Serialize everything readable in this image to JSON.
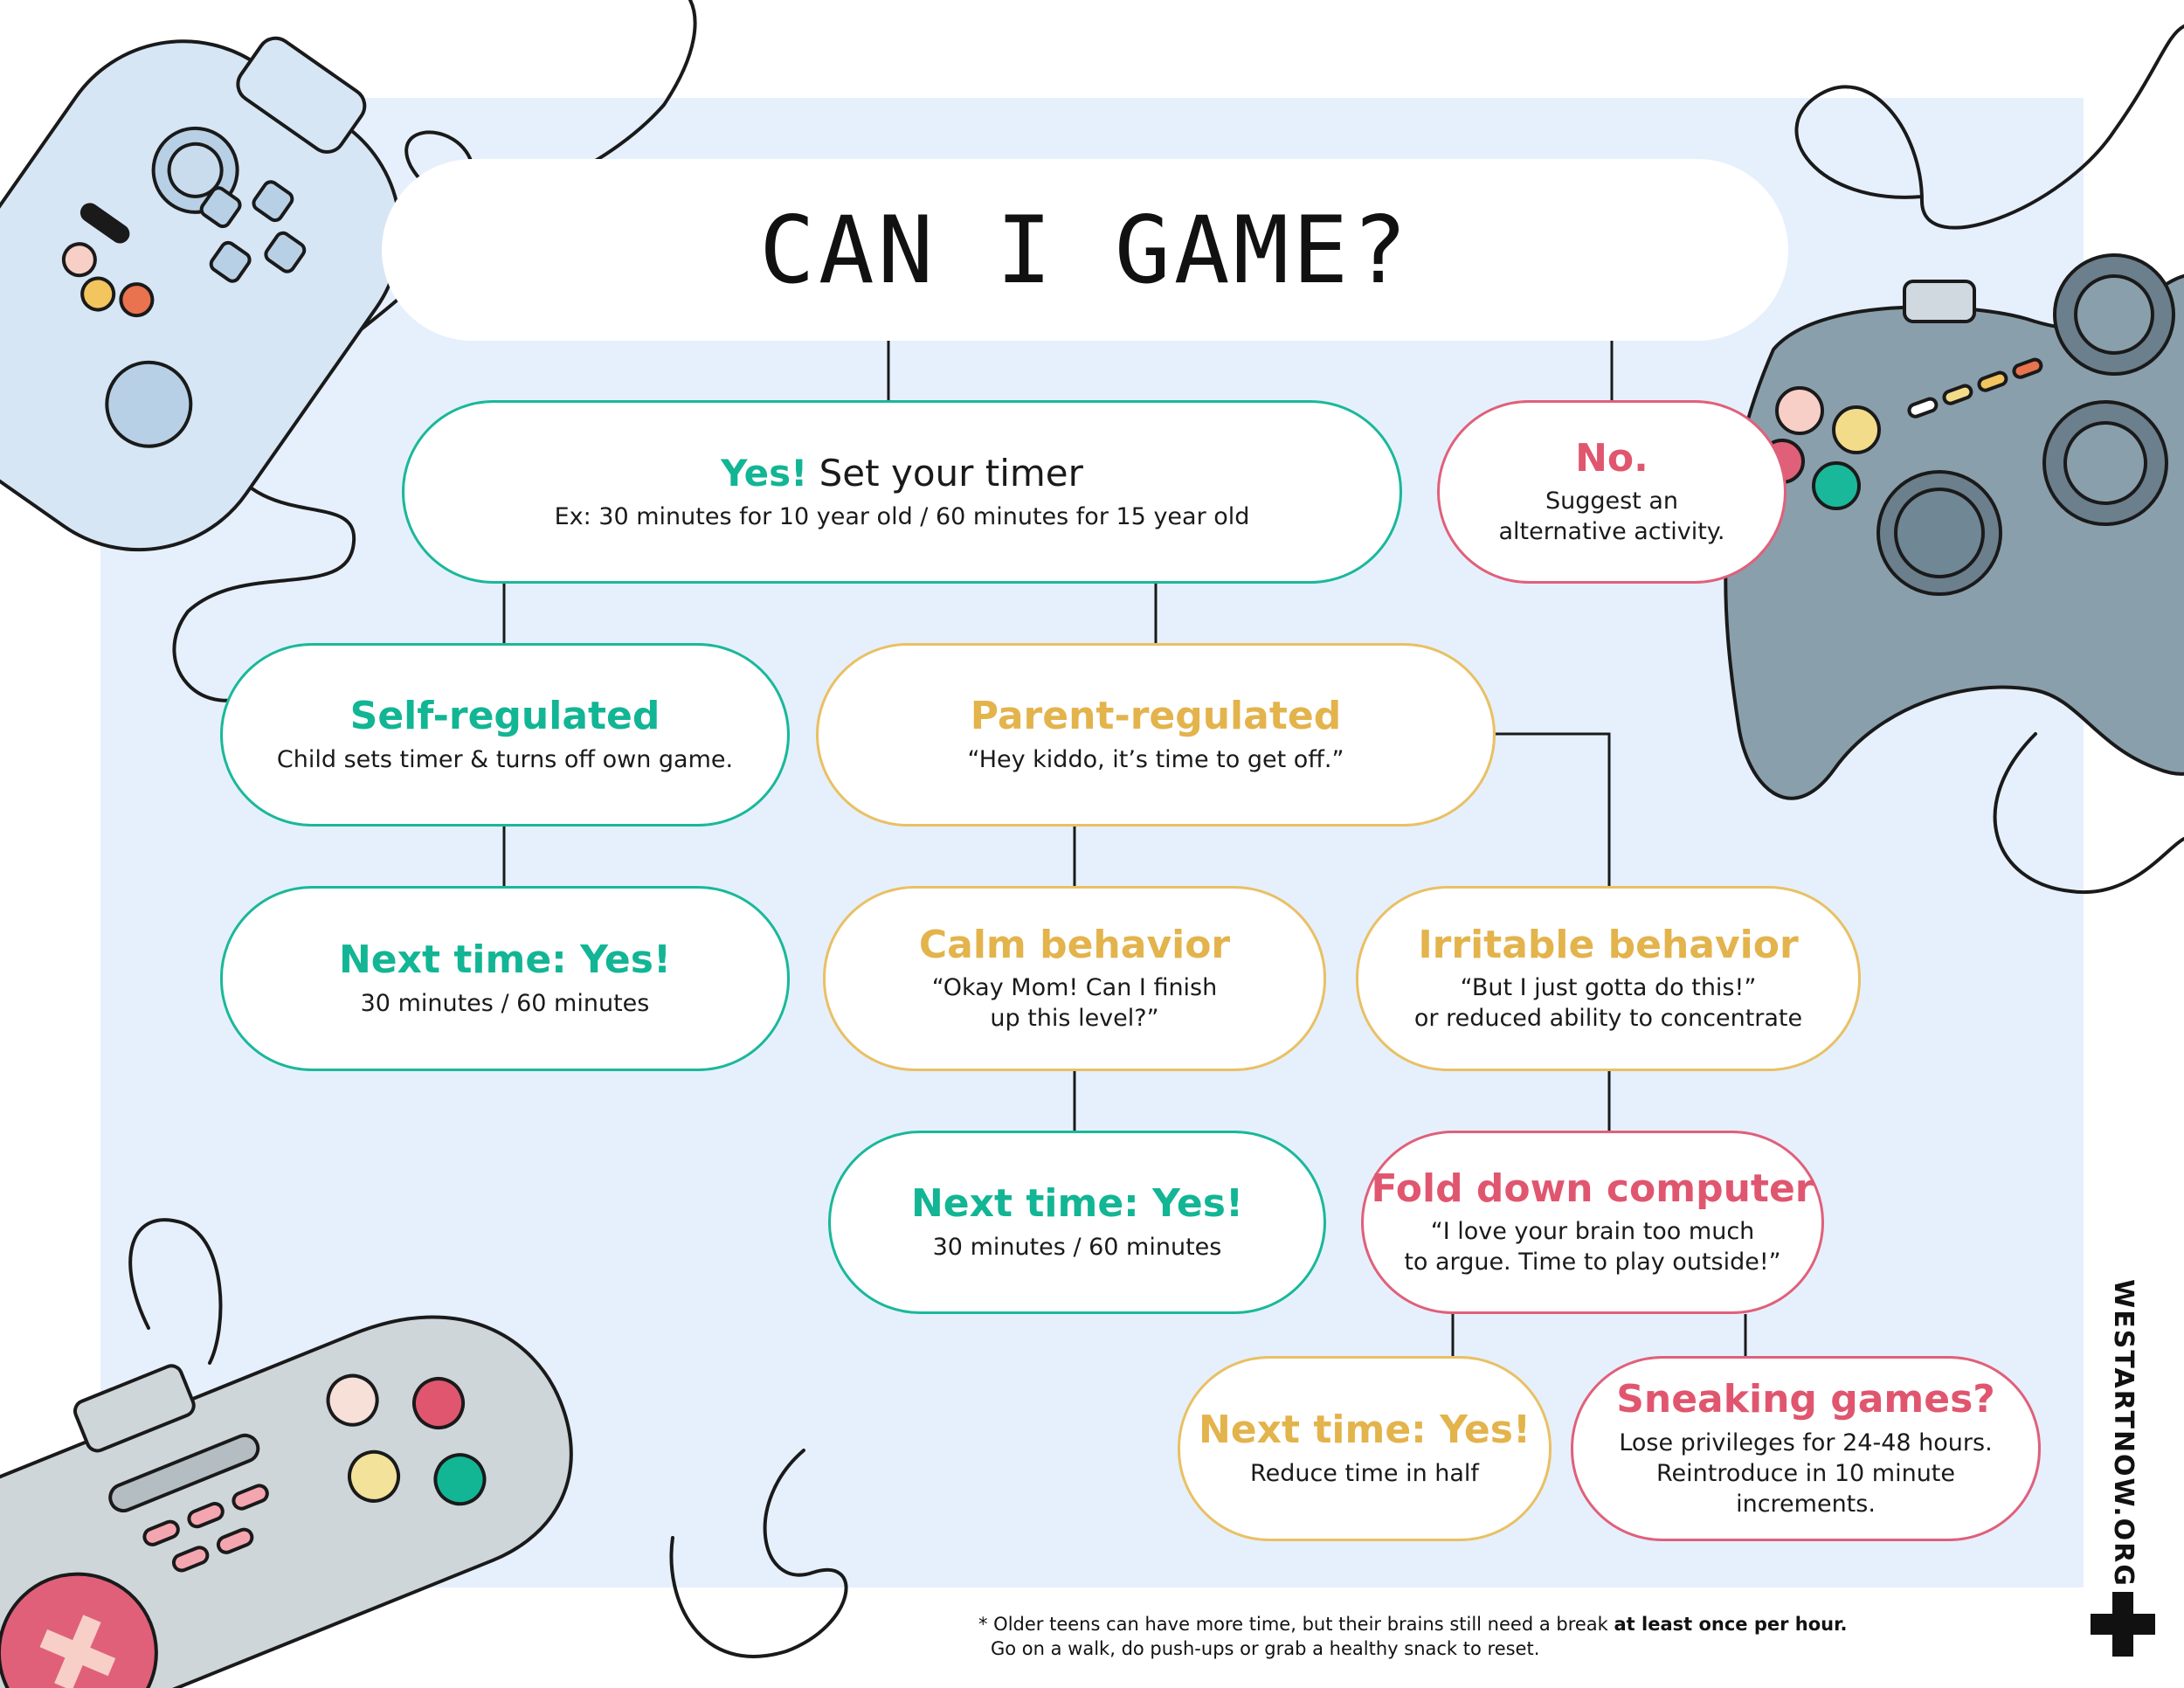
{
  "title": "CAN I GAME?",
  "nodes": {
    "yes": {
      "label": "Yes!",
      "text": "Set your timer",
      "sub": "Ex: 30 minutes for 10 year old / 60 minutes for 15 year old"
    },
    "no": {
      "label": "No.",
      "sub1": "Suggest an",
      "sub2": "alternative activity."
    },
    "self_regulated": {
      "label": "Self-regulated",
      "sub": "Child sets timer & turns off own game."
    },
    "parent_regulated": {
      "label": "Parent-regulated",
      "sub": "“Hey kiddo, it’s time to get off.”"
    },
    "next_self": {
      "label": "Next time: Yes!",
      "sub": "30 minutes / 60 minutes"
    },
    "calm": {
      "label": "Calm behavior",
      "sub1": "“Okay Mom! Can I finish",
      "sub2": "up this level?”"
    },
    "irritable": {
      "label": "Irritable behavior",
      "sub1": "“But I just gotta do this!”",
      "sub2": "or reduced ability to concentrate"
    },
    "next_calm": {
      "label": "Next time: Yes!",
      "sub": "30 minutes / 60 minutes"
    },
    "fold_down": {
      "label": "Fold down computer",
      "sub1": "“I love your brain too much",
      "sub2": "to argue. Time to play outside!”"
    },
    "next_half": {
      "label": "Next time: Yes!",
      "sub": "Reduce time in half"
    },
    "sneaking": {
      "label": "Sneaking games?",
      "sub1": "Lose privileges for 24-48 hours.",
      "sub2": "Reintroduce in 10 minute",
      "sub3": "increments."
    }
  },
  "footnote": {
    "line1_prefix": "* Older teens can have more time,  but their brains still need a break ",
    "line1_bold": "at least once per hour.",
    "line2": "Go on a walk, do push-ups or grab a healthy snack to reset."
  },
  "brand": "WESTARTNOW.ORG",
  "colors": {
    "panel": "#e6f0fc",
    "green": "#12b594",
    "yellow": "#e3b34c",
    "pink": "#e0566f",
    "controller_light_blue": "#d6e6f5",
    "controller_slate": "#8a9fac",
    "controller_gray": "#cfd6da"
  },
  "icons": [
    "gamepad-light-blue-icon",
    "gamepad-slate-icon",
    "gamepad-gray-icon"
  ]
}
